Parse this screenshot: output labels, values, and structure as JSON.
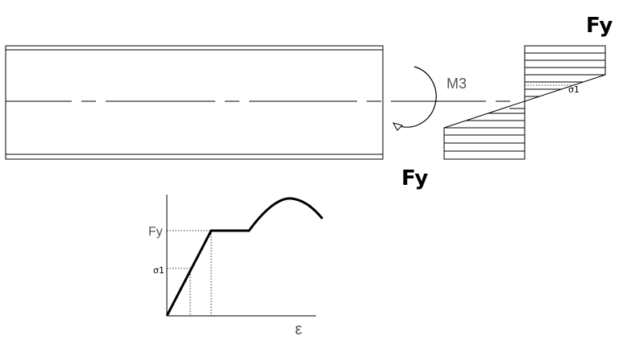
{
  "beam_diagram": {
    "moment_label": "M3",
    "stress_top_label": "Fy",
    "stress_bottom_label": "Fy",
    "stress_sigma_label": "σ1"
  },
  "stress_strain_chart": {
    "y_label_fy": "Fy",
    "y_label_sigma": "σ1",
    "x_label": "ε"
  }
}
